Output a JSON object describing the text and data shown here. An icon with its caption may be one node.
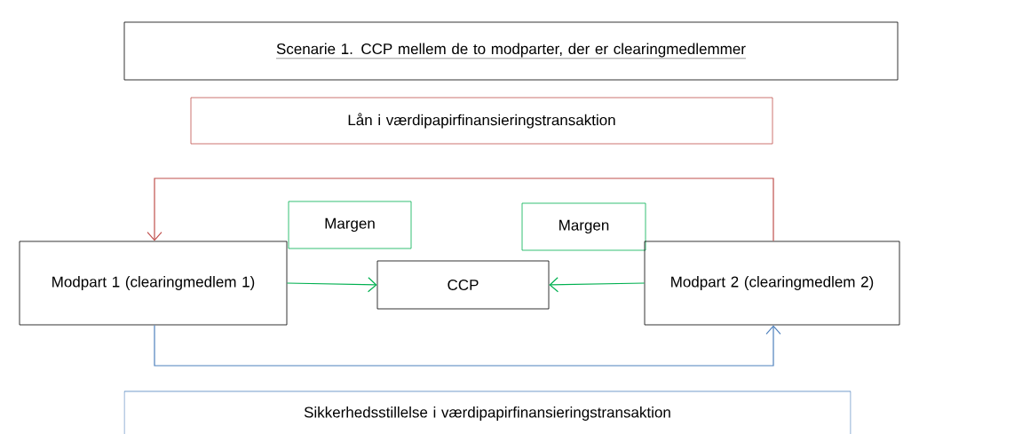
{
  "diagram": {
    "nodes": [
      {
        "text": [
          "Scenarie 1. CCP mellem de to modparter, der er clearingmedlemmer"
        ]
      },
      {
        "text": [
          "Lån i værdipapirfinansieringstransaktion"
        ]
      },
      {
        "text": [
          "Margen"
        ]
      },
      {
        "text": [
          "Margen"
        ]
      },
      {
        "text": [
          "Modpart 1 (clearingmedlem 1)"
        ]
      },
      {
        "text": [
          "CCP"
        ]
      },
      {
        "text": [
          "Modpart 2 (clearingmedlem 2)"
        ]
      },
      {
        "text": [
          "Sikkerhedsstillelse i værdipapirfinansieringstransaktion"
        ]
      }
    ],
    "edges": [
      {
        "from": 6,
        "to": 4,
        "arrow": "to",
        "color": "#c0504d"
      },
      {
        "from": 4,
        "to": 5,
        "arrow": "to",
        "color": "#00b050"
      },
      {
        "from": 6,
        "to": 5,
        "arrow": "to",
        "color": "#00b050"
      },
      {
        "from": 4,
        "to": 6,
        "arrow": "to",
        "color": "#4f81bd"
      }
    ]
  }
}
